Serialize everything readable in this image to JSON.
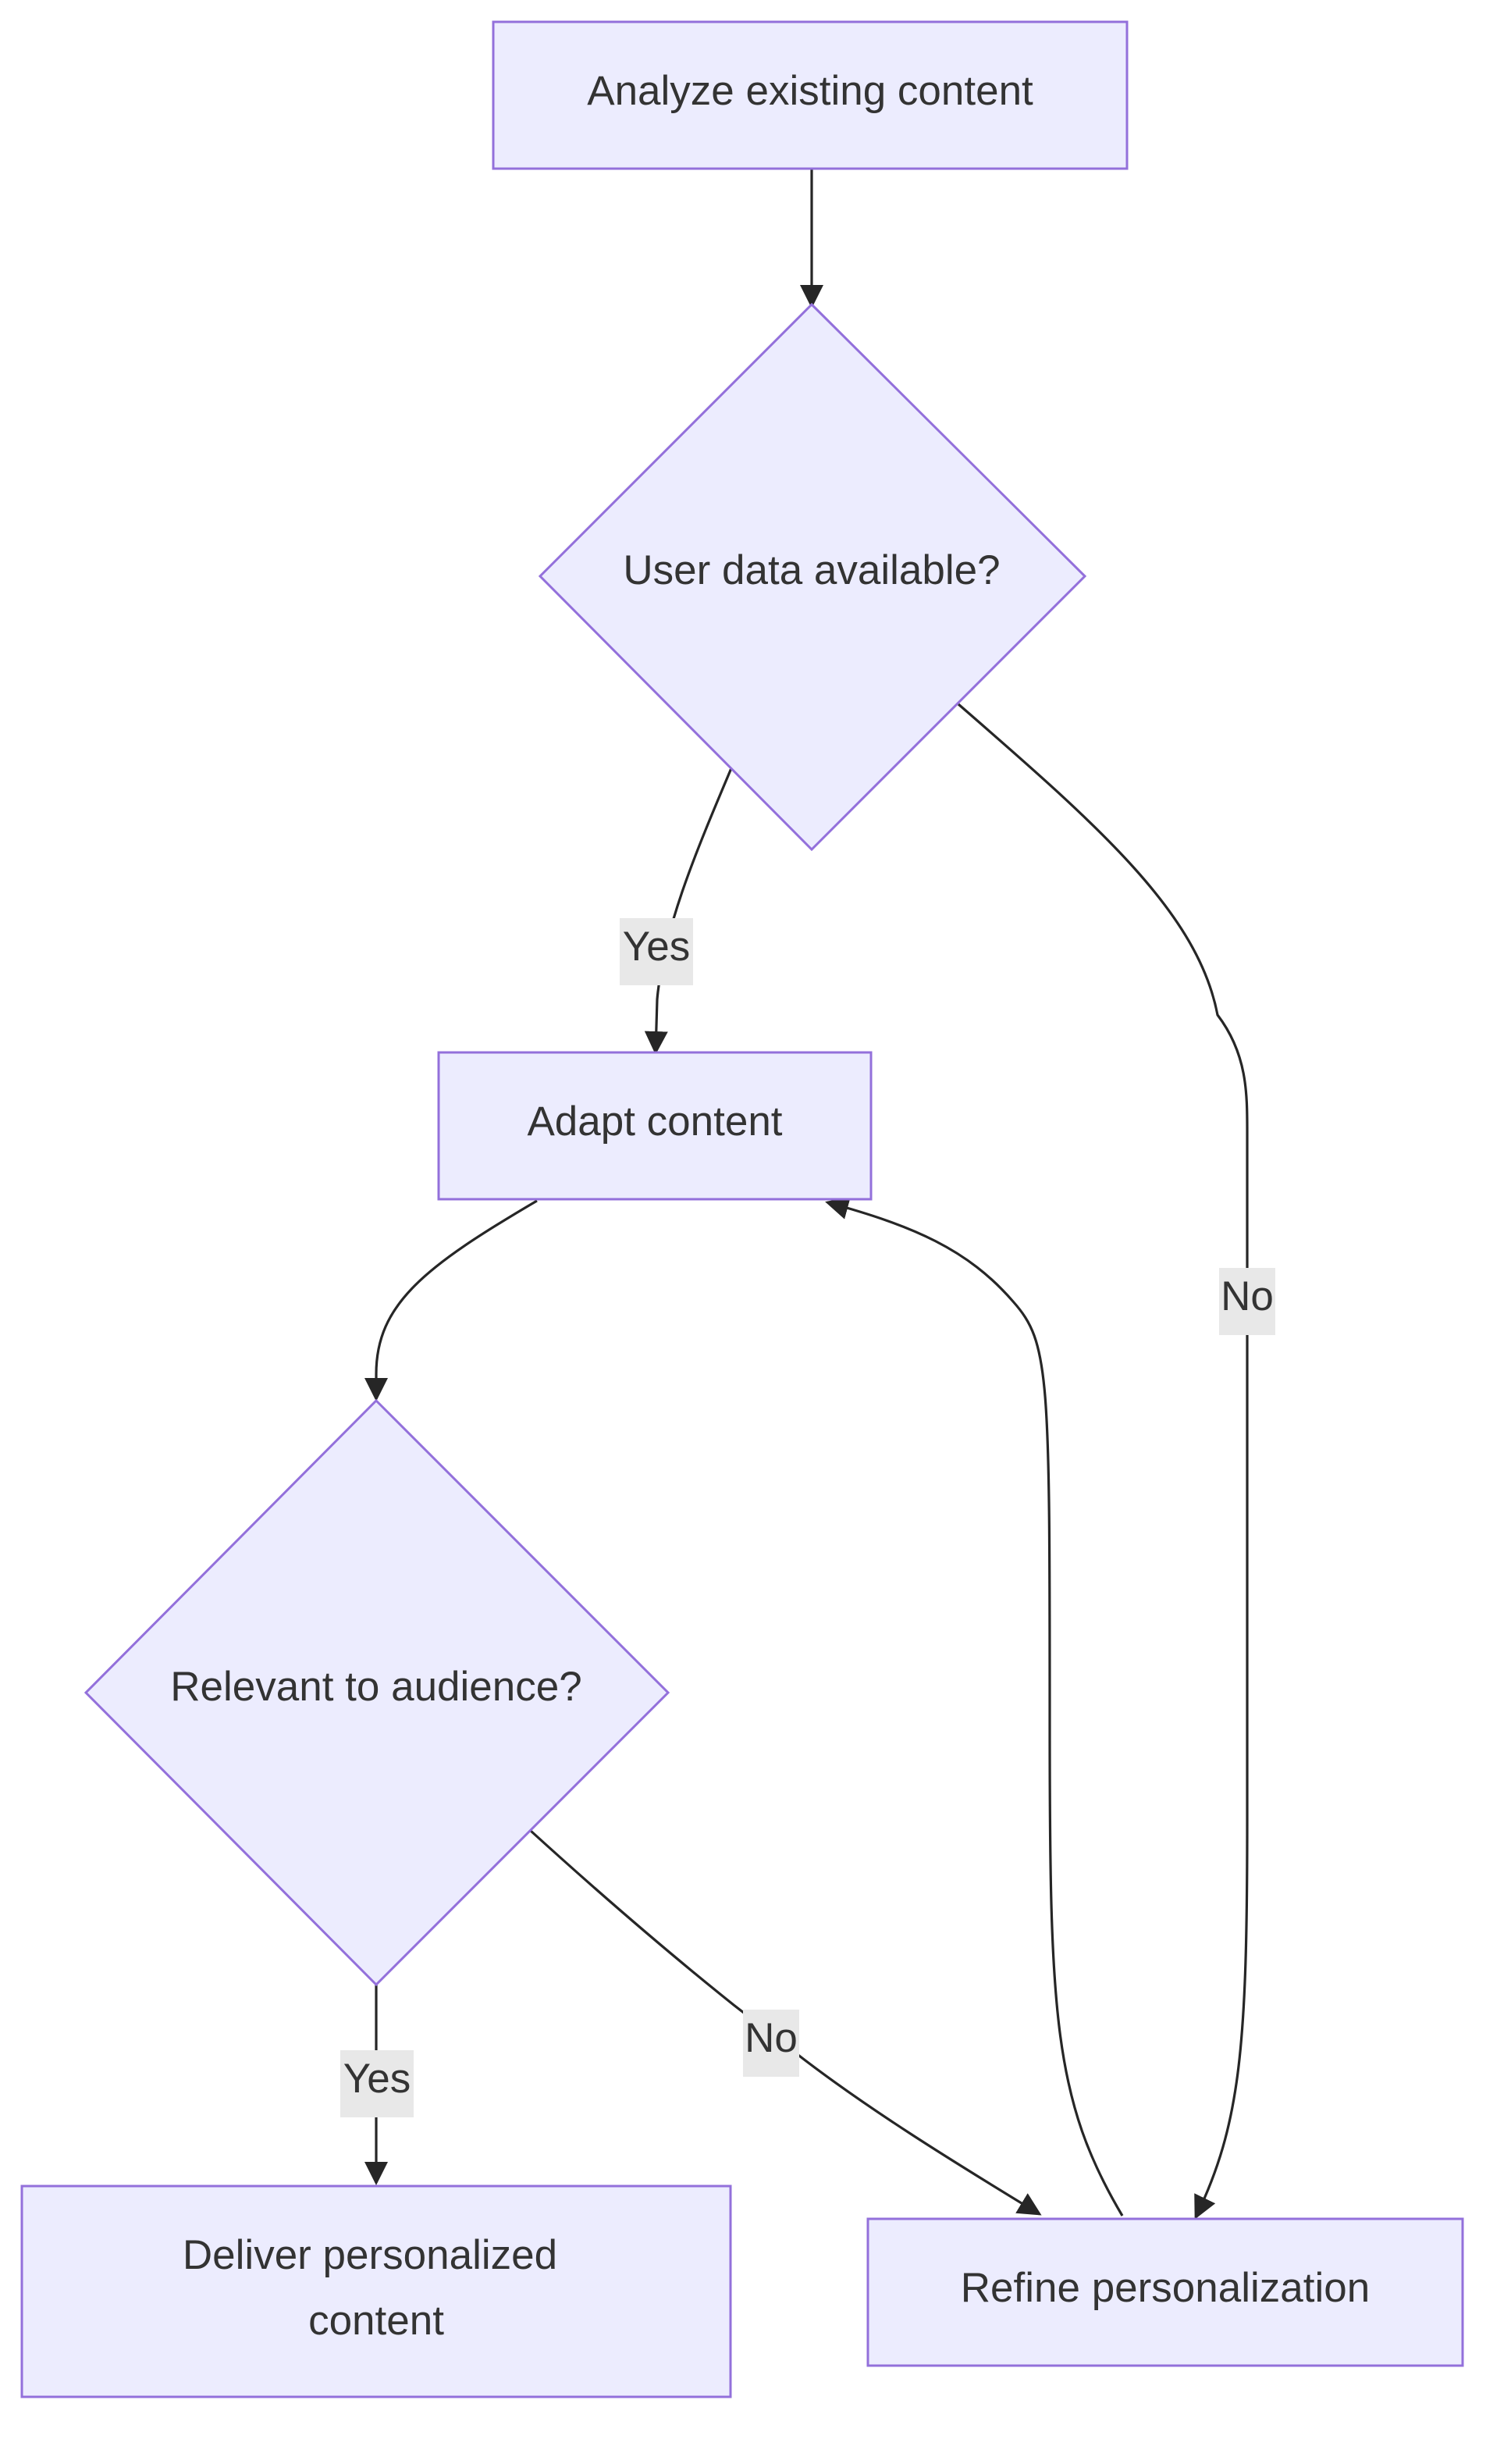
{
  "diagram": {
    "colors": {
      "node_fill": "#ececfe",
      "node_stroke": "#9370db",
      "edge": "#262626",
      "edge_label_bg": "#e8e8e8",
      "text": "#333333"
    },
    "nodes": {
      "analyze": {
        "label": "Analyze existing content",
        "shape": "rectangle"
      },
      "user_data": {
        "label": "User data available?",
        "shape": "diamond"
      },
      "adapt": {
        "label": "Adapt content",
        "shape": "rectangle"
      },
      "relevant": {
        "label": "Relevant to audience?",
        "shape": "diamond"
      },
      "deliver": {
        "label_line1": "Deliver personalized",
        "label_line2": "content",
        "shape": "rectangle"
      },
      "refine": {
        "label": "Refine personalization",
        "shape": "rectangle"
      }
    },
    "edges": [
      {
        "from": "analyze",
        "to": "user_data",
        "label": ""
      },
      {
        "from": "user_data",
        "to": "adapt",
        "label": "Yes"
      },
      {
        "from": "user_data",
        "to": "refine",
        "label": "No"
      },
      {
        "from": "adapt",
        "to": "relevant",
        "label": ""
      },
      {
        "from": "relevant",
        "to": "deliver",
        "label": "Yes"
      },
      {
        "from": "relevant",
        "to": "refine",
        "label": "No"
      },
      {
        "from": "refine",
        "to": "adapt",
        "label": ""
      }
    ]
  }
}
